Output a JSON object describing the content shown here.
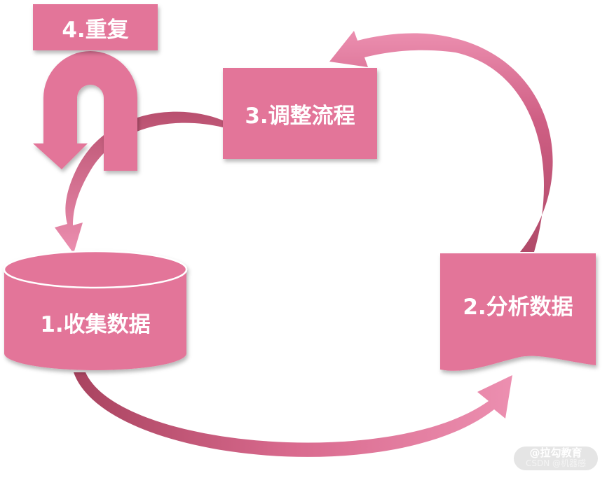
{
  "diagram": {
    "steps": {
      "collect": "1.收集数据",
      "analyze": "2.分析数据",
      "adjust": "3.调整流程",
      "repeat": "4.重复"
    }
  },
  "watermark": {
    "brand": "@拉勾教育",
    "source": "CSDN @机器感"
  },
  "colors": {
    "shape_fill": "#e37499",
    "arrow_dark": "#b9506f",
    "arrow_light": "#ec8fb0",
    "text": "#ffffff"
  }
}
